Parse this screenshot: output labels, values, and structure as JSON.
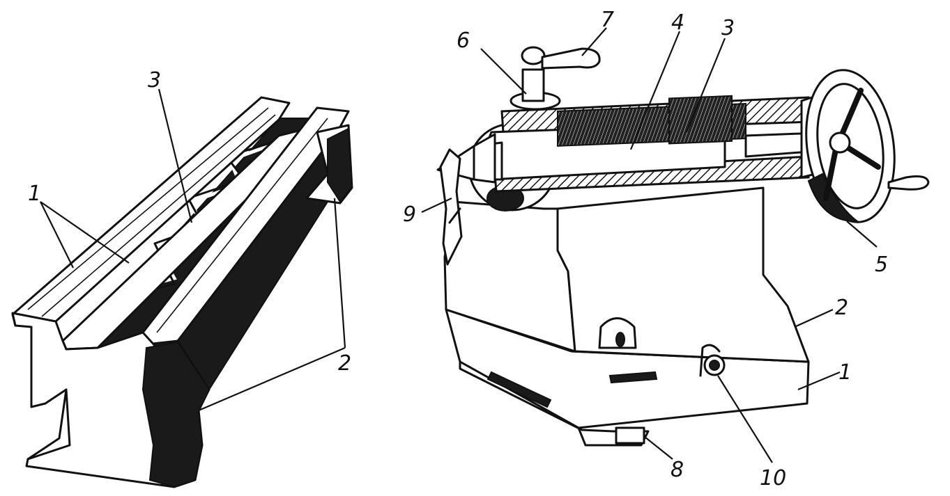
{
  "left_figure": {
    "labels": {
      "l1": "1",
      "l2": "2",
      "l3": "3"
    }
  },
  "right_figure": {
    "labels": {
      "l1": "1",
      "l2": "2",
      "l3": "3",
      "l4": "4",
      "l5": "5",
      "l6": "6",
      "l7": "7",
      "l8": "8",
      "l9": "9",
      "l10": "10"
    }
  },
  "colors": {
    "ink": "#111111",
    "paper": "#ffffff"
  }
}
